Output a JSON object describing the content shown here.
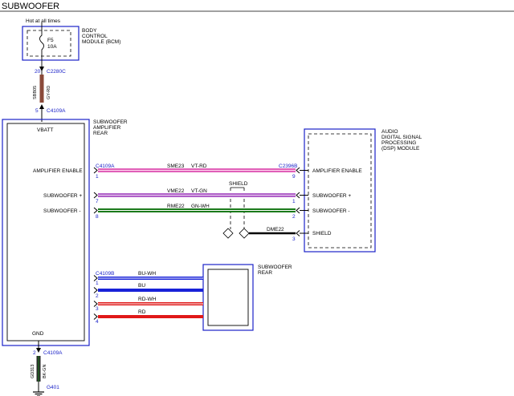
{
  "title": "SUBWOOFER",
  "bcm": {
    "hot_label": "Hot at all times",
    "fuse_id": "F5",
    "fuse_rating": "10A",
    "name_lines": [
      "BODY",
      "CONTROL",
      "MODULE (BCM)"
    ]
  },
  "feed": {
    "pin_top": "20",
    "conn_top": "C2280C",
    "circuit": "SBB05",
    "color": "GY-RD",
    "pin_bottom": "5",
    "conn_bottom": "C4109A"
  },
  "amp": {
    "name_lines": [
      "SUBWOOFER",
      "AMPLIFIER",
      "REAR"
    ],
    "vbatt": "VBATT",
    "gnd": "GND",
    "inputs": [
      "AMPLIFIER ENABLE",
      "SUBWOOFER +",
      "SUBWOOFER -"
    ]
  },
  "dsp": {
    "name_lines": [
      "AUDIO",
      "DIGITAL SIGNAL",
      "PROCESSING",
      "(DSP) MODULE"
    ],
    "pins": [
      "AMPLIFIER ENABLE",
      "SUBWOOFER +",
      "SUBWOOFER -",
      "SHIELD"
    ]
  },
  "signal_wires": {
    "conn_left": "C4109A",
    "conn_right": "C2396B",
    "shield_label": "SHIELD",
    "rows": [
      {
        "circuit": "SME23",
        "color": "VT-RD",
        "pin_left": "1",
        "pin_right": "9"
      },
      {
        "circuit": "VME22",
        "color": "VT-GN",
        "pin_left": "7",
        "pin_right": "1"
      },
      {
        "circuit": "RME22",
        "color": "GN-WH",
        "pin_left": "8",
        "pin_right": "2"
      },
      {
        "circuit": "DME22",
        "pin_right": "3"
      }
    ]
  },
  "speaker_wires": {
    "conn": "C4109B",
    "rows": [
      {
        "color": "BU-WH",
        "pin": "1"
      },
      {
        "color": "BU",
        "pin": "2"
      },
      {
        "color": "RD-WH",
        "pin": "3"
      },
      {
        "color": "RD",
        "pin": "4"
      }
    ]
  },
  "sub_rear": {
    "name_lines": [
      "SUBWOOFER",
      "REAR"
    ]
  },
  "ground": {
    "pin": "2",
    "conn": "C4109A",
    "circuit": "GD313",
    "color": "BK-GN",
    "point": "G401"
  },
  "colors": {
    "connector_blue": "#1a22c8",
    "vt_rd": "#e060b8",
    "vt_gn": "#b060c8",
    "gn_wh": "#1a7a1a",
    "bu": "#1822d8",
    "rd": "#e01818",
    "gy_rd_feed": "#8a4a3a",
    "bk_gn": "#2a2a2a"
  }
}
